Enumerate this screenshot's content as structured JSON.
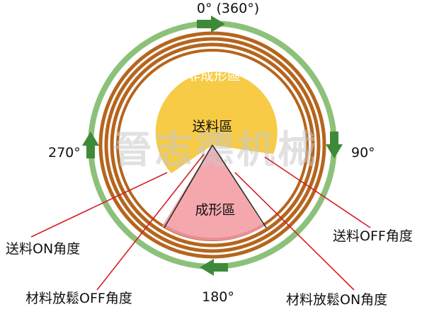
{
  "angles": {
    "top": "0° (360°)",
    "right": "90°",
    "bottom": "180°",
    "left": "270°"
  },
  "zones": {
    "non_forming": "非成形區",
    "feeding": "送料區",
    "forming": "成形區"
  },
  "callouts": {
    "feed_on": "送料ON角度",
    "feed_off": "送料OFF角度",
    "release_off": "材料放鬆OFF角度",
    "release_on": "材料放鬆ON角度"
  },
  "watermark": "晉志德机械",
  "colors": {
    "outer_ring": "#8cc17a",
    "arrow": "#3f8a3a",
    "brown_rings": "#b5651d",
    "feed_zone": "#f7cb45",
    "forming_zone": "#f4a8ad",
    "callout_line": "#d61f26",
    "dark_line": "#2b2b2b"
  }
}
